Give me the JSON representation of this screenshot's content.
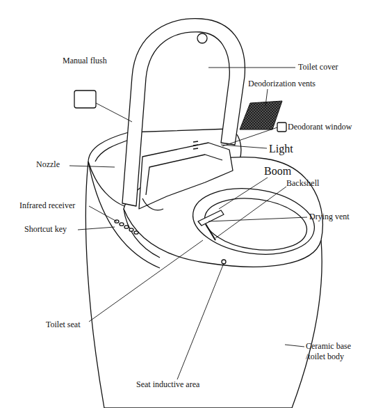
{
  "diagram": {
    "labels": [
      "Manual flush",
      "Toilet cover",
      "Deodorization vents",
      "Deodorant window",
      "Light",
      "Boom",
      "Backshell",
      "Nozzle",
      "Infrared receiver",
      "Drying vent",
      "Shortcut key",
      "Toilet seat",
      "Ceramic base /toilet body",
      "Seat inductive area"
    ]
  }
}
